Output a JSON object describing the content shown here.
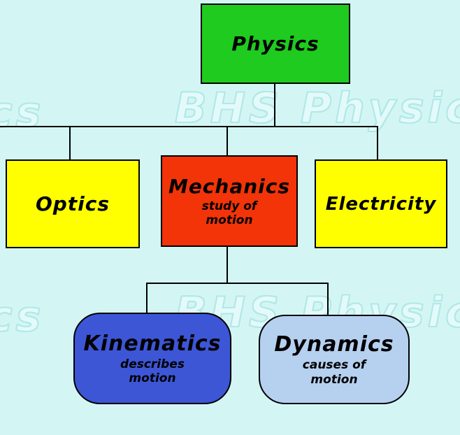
{
  "colors": {
    "background": "#d3f6f4",
    "connector": "#000000",
    "physics": "#1ecb1e",
    "optics": "#ffff00",
    "mechanics": "#f23408",
    "electricity": "#ffff00",
    "kinematics": "#3d56d6",
    "dynamics": "#b6d0f0",
    "watermark_fill": "#e4fafa",
    "watermark_outline": "#b2e8e8"
  },
  "watermark": {
    "text": "BHS Physics",
    "edge_fragment": "cs"
  },
  "nodes": {
    "physics": {
      "label": "Physics"
    },
    "optics": {
      "label": "Optics"
    },
    "mechanics": {
      "label": "Mechanics",
      "sub1": "study of",
      "sub2": "motion"
    },
    "electricity": {
      "label": "Electricity"
    },
    "kinematics": {
      "label": "Kinematics",
      "sub1": "describes",
      "sub2": "motion"
    },
    "dynamics": {
      "label": "Dynamics",
      "sub1": "causes of",
      "sub2": "motion"
    }
  }
}
